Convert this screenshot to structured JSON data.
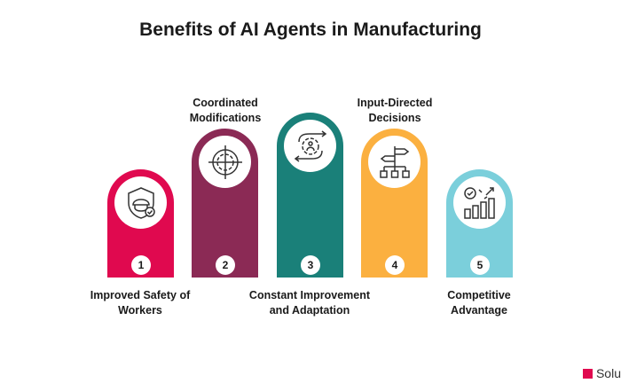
{
  "title": "Benefits of AI Agents in Manufacturing",
  "items": [
    {
      "number": "1",
      "label_line1": "Improved Safety of",
      "label_line2": "Workers",
      "color": "#e0094f",
      "icon": "safety-helmet-shield-icon"
    },
    {
      "number": "2",
      "label_line1": "Coordinated",
      "label_line2": "Modifications",
      "color": "#8b2a55",
      "icon": "gear-crosshair-icon"
    },
    {
      "number": "3",
      "label_line1": "Constant Improvement",
      "label_line2": "and Adaptation",
      "color": "#1a8079",
      "icon": "gear-cycle-arrows-icon"
    },
    {
      "number": "4",
      "label_line1": "Input-Directed",
      "label_line2": "Decisions",
      "color": "#fbb040",
      "icon": "signpost-hierarchy-icon"
    },
    {
      "number": "5",
      "label_line1": "Competitive",
      "label_line2": "Advantage",
      "color": "#7bcfdb",
      "icon": "growth-chart-icon"
    }
  ],
  "logo_text": "Solu"
}
